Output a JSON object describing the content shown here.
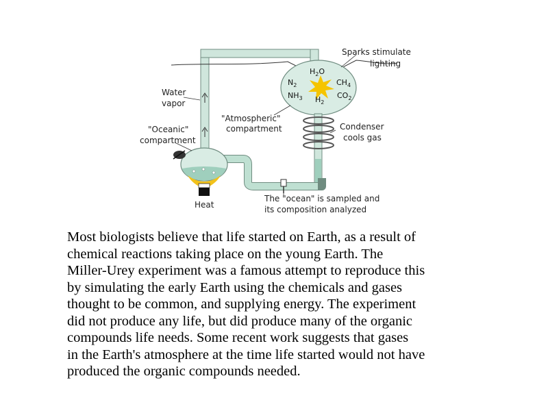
{
  "diagram": {
    "labels": {
      "sparks_1": "Sparks stimulate",
      "sparks_2": "lighting",
      "water_vapor_1": "Water",
      "water_vapor_2": "vapor",
      "atmospheric_1": "\"Atmospheric\"",
      "atmospheric_2": "compartment",
      "oceanic_1": "\"Oceanic\"",
      "oceanic_2": "compartment",
      "condenser_1": "Condenser",
      "condenser_2": "cools gas",
      "heat": "Heat",
      "ocean_sampled_1": "The \"ocean\" is sampled and",
      "ocean_sampled_2": "its composition analyzed"
    },
    "chemicals": {
      "h2o": {
        "base": "H",
        "sub": "2",
        "tail": "O"
      },
      "n2": {
        "base": "N",
        "sub": "2"
      },
      "ch4": {
        "base": "CH",
        "sub": "4"
      },
      "nh3": {
        "base": "NH",
        "sub": "3"
      },
      "h2": {
        "base": "H",
        "sub": "2"
      },
      "co2": {
        "base": "CO",
        "sub": "2"
      }
    },
    "colors": {
      "tube_fill": "#cfe6dc",
      "tube_stroke": "#6f8c80",
      "flask_fill": "#d9ece4",
      "liquid": "#9fcfbd",
      "flame": "#f2c21b",
      "spark": "#f5c400"
    }
  },
  "paragraph_lines": [
    "Most biologists believe that life started on Earth, as a result of",
    "chemical reactions taking place on the young Earth.  The",
    "Miller-Urey experiment was a famous attempt to reproduce this",
    "by simulating the early Earth using the chemicals and gases",
    "thought to be common, and supplying energy.  The experiment",
    "did not produce any life, but did produce many of the organic",
    "compounds life needs.  Some recent work suggests that gases",
    "in the Earth's atmosphere at the time life started would not have",
    "produced the organic compounds needed."
  ]
}
